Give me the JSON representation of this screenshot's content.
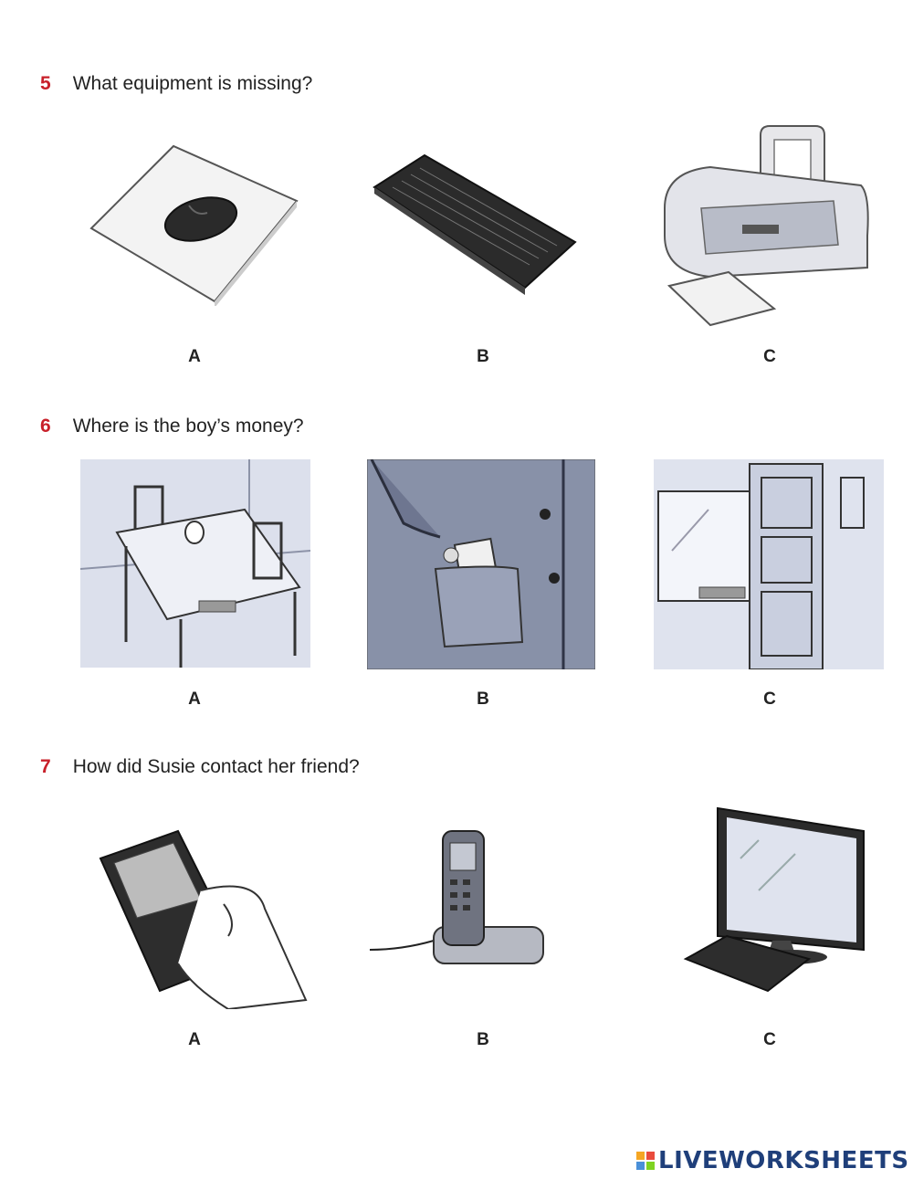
{
  "questions": [
    {
      "number": "5",
      "text": "What equipment is missing?",
      "options": [
        {
          "letter": "A",
          "icon": "mouse-on-mousepad-icon"
        },
        {
          "letter": "B",
          "icon": "keyboard-icon"
        },
        {
          "letter": "C",
          "icon": "printer-icon"
        }
      ]
    },
    {
      "number": "6",
      "text": "Where is the boy’s money?",
      "options": [
        {
          "letter": "A",
          "icon": "money-on-table-icon"
        },
        {
          "letter": "B",
          "icon": "money-in-coat-pocket-icon"
        },
        {
          "letter": "C",
          "icon": "money-on-windowsill-icon"
        }
      ]
    },
    {
      "number": "7",
      "text": "How did Susie contact her friend?",
      "options": [
        {
          "letter": "A",
          "icon": "smartphone-in-hand-icon"
        },
        {
          "letter": "B",
          "icon": "cordless-phone-icon"
        },
        {
          "letter": "C",
          "icon": "desktop-computer-icon"
        }
      ]
    }
  ],
  "footer": {
    "logo_text": "LIVEWORKSHEETS",
    "logo_colors": [
      "#f5a623",
      "#e94b3c",
      "#4a90d9",
      "#7ed321"
    ]
  }
}
